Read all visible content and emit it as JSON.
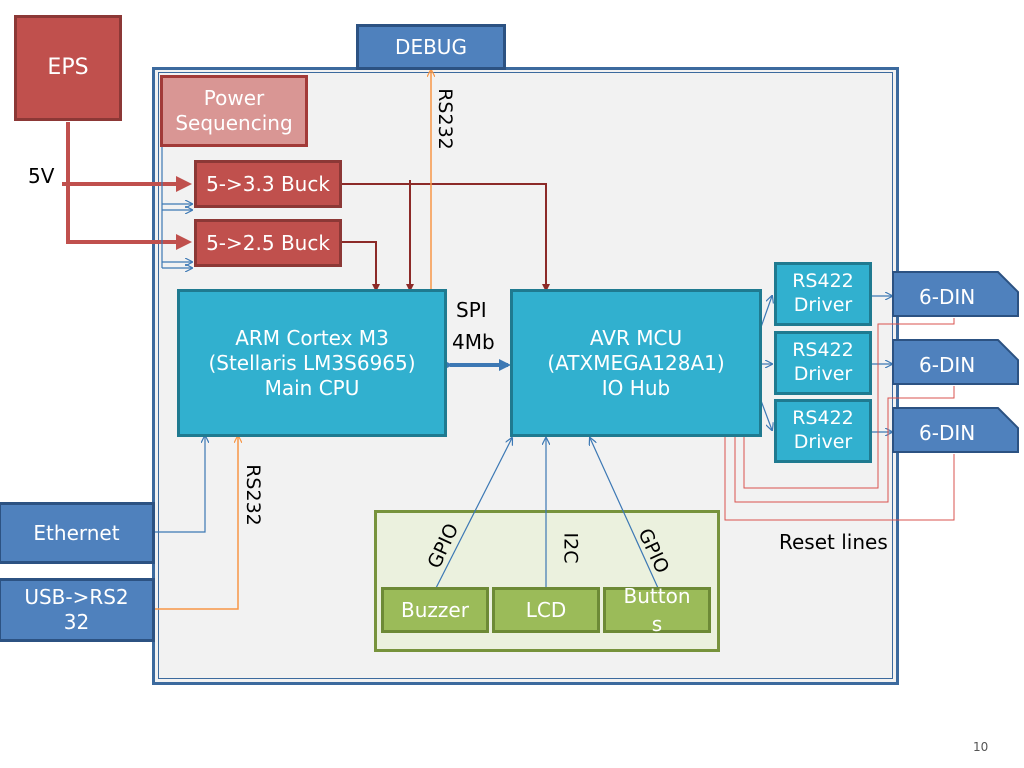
{
  "blocks": {
    "eps": "EPS",
    "debug": "DEBUG",
    "power_sequencing": "Power Sequencing",
    "buck_33": "5->3.3 Buck",
    "buck_25": "5->2.5 Buck",
    "arm": {
      "line1": "ARM Cortex M3",
      "line2": "(Stellaris LM3S6965)",
      "line3": "Main CPU"
    },
    "avr": {
      "line1": "AVR MCU",
      "line2": "(ATXMEGA128A1)",
      "line3": "IO Hub"
    },
    "rs422": [
      "RS422 Driver",
      "RS422 Driver",
      "RS422 Driver"
    ],
    "din": [
      "6-DIN",
      "6-DIN",
      "6-DIN"
    ],
    "ethernet": "Ethernet",
    "usb": "USB->RS232",
    "buzzer": "Buzzer",
    "lcd": "LCD",
    "buttons": "Buttons"
  },
  "labels": {
    "v5": "5V",
    "rs232_debug": "RS232",
    "rs232_usb": "RS232",
    "spi": "SPI",
    "spi_rate": "4Mb",
    "gpio_left": "GPIO",
    "i2c": "I2C",
    "gpio_right": "GPIO",
    "reset_lines": "Reset lines"
  },
  "page_number": "10",
  "colors": {
    "power": "#c0504d",
    "power_line": "#8c2a28",
    "blue": "#4f81bd",
    "teal": "#31b0cf",
    "green": "#9bbb59",
    "rs232": "#f79646"
  }
}
